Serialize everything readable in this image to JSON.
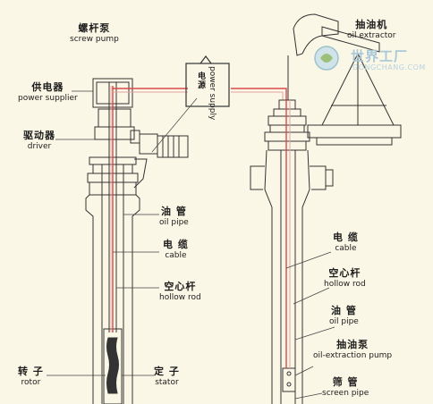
{
  "left_device": {
    "title_zh": "螺杆泵",
    "title_en": "screw pump",
    "labels": [
      {
        "zh": "供电器",
        "en": "power supplier"
      },
      {
        "zh": "驱动器",
        "en": "driver"
      },
      {
        "zh": "油 管",
        "en": "oil pipe"
      },
      {
        "zh": "电 缆",
        "en": "cable"
      },
      {
        "zh": "空心杆",
        "en": "hollow rod"
      },
      {
        "zh": "转 子",
        "en": "rotor"
      },
      {
        "zh": "定 子",
        "en": "stator"
      }
    ]
  },
  "center": {
    "zh": "电源",
    "en": "power supply"
  },
  "right_device": {
    "title_zh": "抽油机",
    "title_en": "oil extractor",
    "labels": [
      {
        "zh": "电 缆",
        "en": "cable"
      },
      {
        "zh": "空心杆",
        "en": "hollow rod"
      },
      {
        "zh": "油 管",
        "en": "oil pipe"
      },
      {
        "zh": "抽油泵",
        "en": "oil-extraction pump"
      },
      {
        "zh": "筛 管",
        "en": "screen pipe"
      }
    ]
  },
  "watermark": {
    "zh": "世界工厂",
    "en": "GONGCHANG.COM"
  },
  "colors": {
    "cable": "#d9494a",
    "rod": "#e6a3a3",
    "line": "#333333",
    "background": "#fbf7e6"
  }
}
